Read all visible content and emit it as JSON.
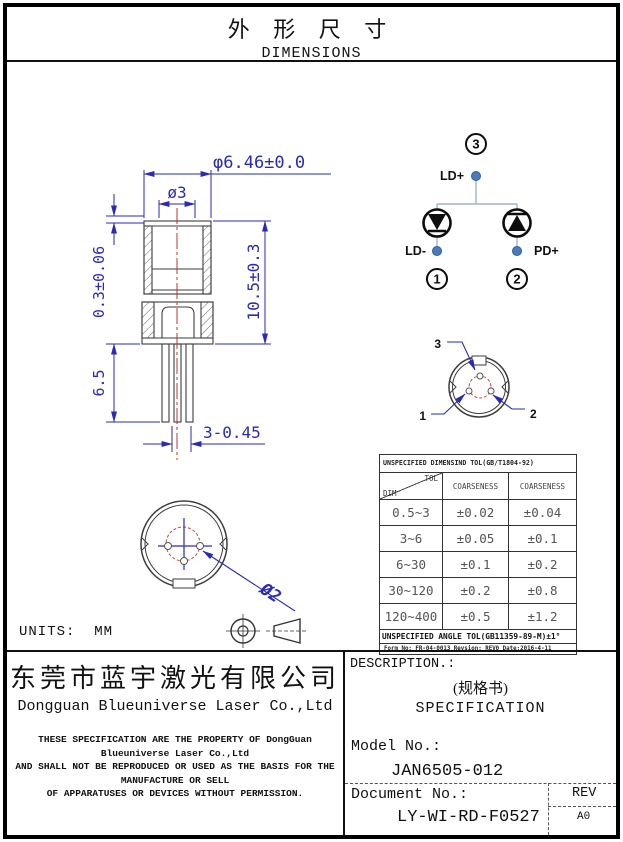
{
  "sheet": {
    "title_cn": "外 形 尺 寸",
    "title_en": "DIMENSIONS",
    "units_label": "UNITS:  MM"
  },
  "side_view": {
    "dim_diameter": "φ6.46±0.0",
    "dim_window": "ø3",
    "dim_cap_step": "0.3±0.06",
    "dim_body_height": "10.5±0.3",
    "dim_lead_length": "6.5",
    "dim_lead_pitch": "3-0.45"
  },
  "pin_circuit": {
    "pin_top": "3",
    "pin_left": "1",
    "pin_right": "2",
    "label_ld_plus": "LD+",
    "label_ld_minus": "LD-",
    "label_pd_plus": "PD+"
  },
  "pin_view": {
    "label_1": "1",
    "label_2": "2",
    "label_3": "3"
  },
  "bottom_view": {
    "dim_pin_circle": "Ø2"
  },
  "tol_table": {
    "title": "UNSPECIFIED DIMENSIND TOL(GB/T1804-92)",
    "corner_top": "TOL",
    "corner_bottom": "DIM",
    "col1": "COARSENESS",
    "col2": "COARSENESS",
    "rows": [
      {
        "range": "0.5~3",
        "fine": "±0.02",
        "coarse": "±0.04"
      },
      {
        "range": "3~6",
        "fine": "±0.05",
        "coarse": "±0.1"
      },
      {
        "range": "6~30",
        "fine": "±0.1",
        "coarse": "±0.2"
      },
      {
        "range": "30~120",
        "fine": "±0.2",
        "coarse": "±0.8"
      },
      {
        "range": "120~400",
        "fine": "±0.5",
        "coarse": "±1.2"
      }
    ],
    "angle_note": "UNSPECIFIED ANGLE TOL(GB11359-89-M)±1°",
    "form_note": "Form No: FR-04-0013 Revsion: REV0 Date:2016-4-11"
  },
  "company": {
    "name_cn": "东莞市蓝宇激光有限公司",
    "name_en": "Dongguan Blueuniverse Laser Co.,Ltd"
  },
  "description": {
    "label": "DESCRIPTION.:",
    "cn": "(规格书)",
    "en": "SPECIFICATION"
  },
  "legal": {
    "line1": "THESE SPECIFICATION ARE THE PROPERTY OF DongGuan",
    "line2": "Blueuniverse Laser Co.,Ltd",
    "line3": "AND SHALL NOT BE REPRODUCED OR USED AS THE BASIS FOR THE",
    "line4": "MANUFACTURE OR SELL",
    "line5": "OF APPARATUSES OR DEVICES WITHOUT PERMISSION."
  },
  "title_block": {
    "model_label": "Model No.:",
    "model_value": "JAN6505-012",
    "doc_label": "Document No.:",
    "doc_value": "LY-WI-RD-F0527",
    "rev_label": "REV",
    "rev_value": "A0"
  }
}
